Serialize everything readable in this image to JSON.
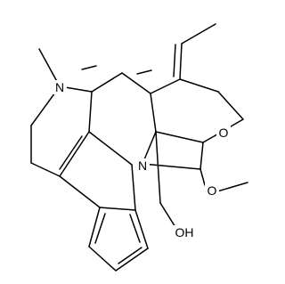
{
  "molecule": {
    "atoms": {
      "n_methyl": "N",
      "n_indole": "N",
      "o_ring": "O",
      "o_methoxy": "O",
      "o_hydroxyl": "OH"
    }
  },
  "colors": {
    "ink": "#000000",
    "background": "#ffffff"
  }
}
